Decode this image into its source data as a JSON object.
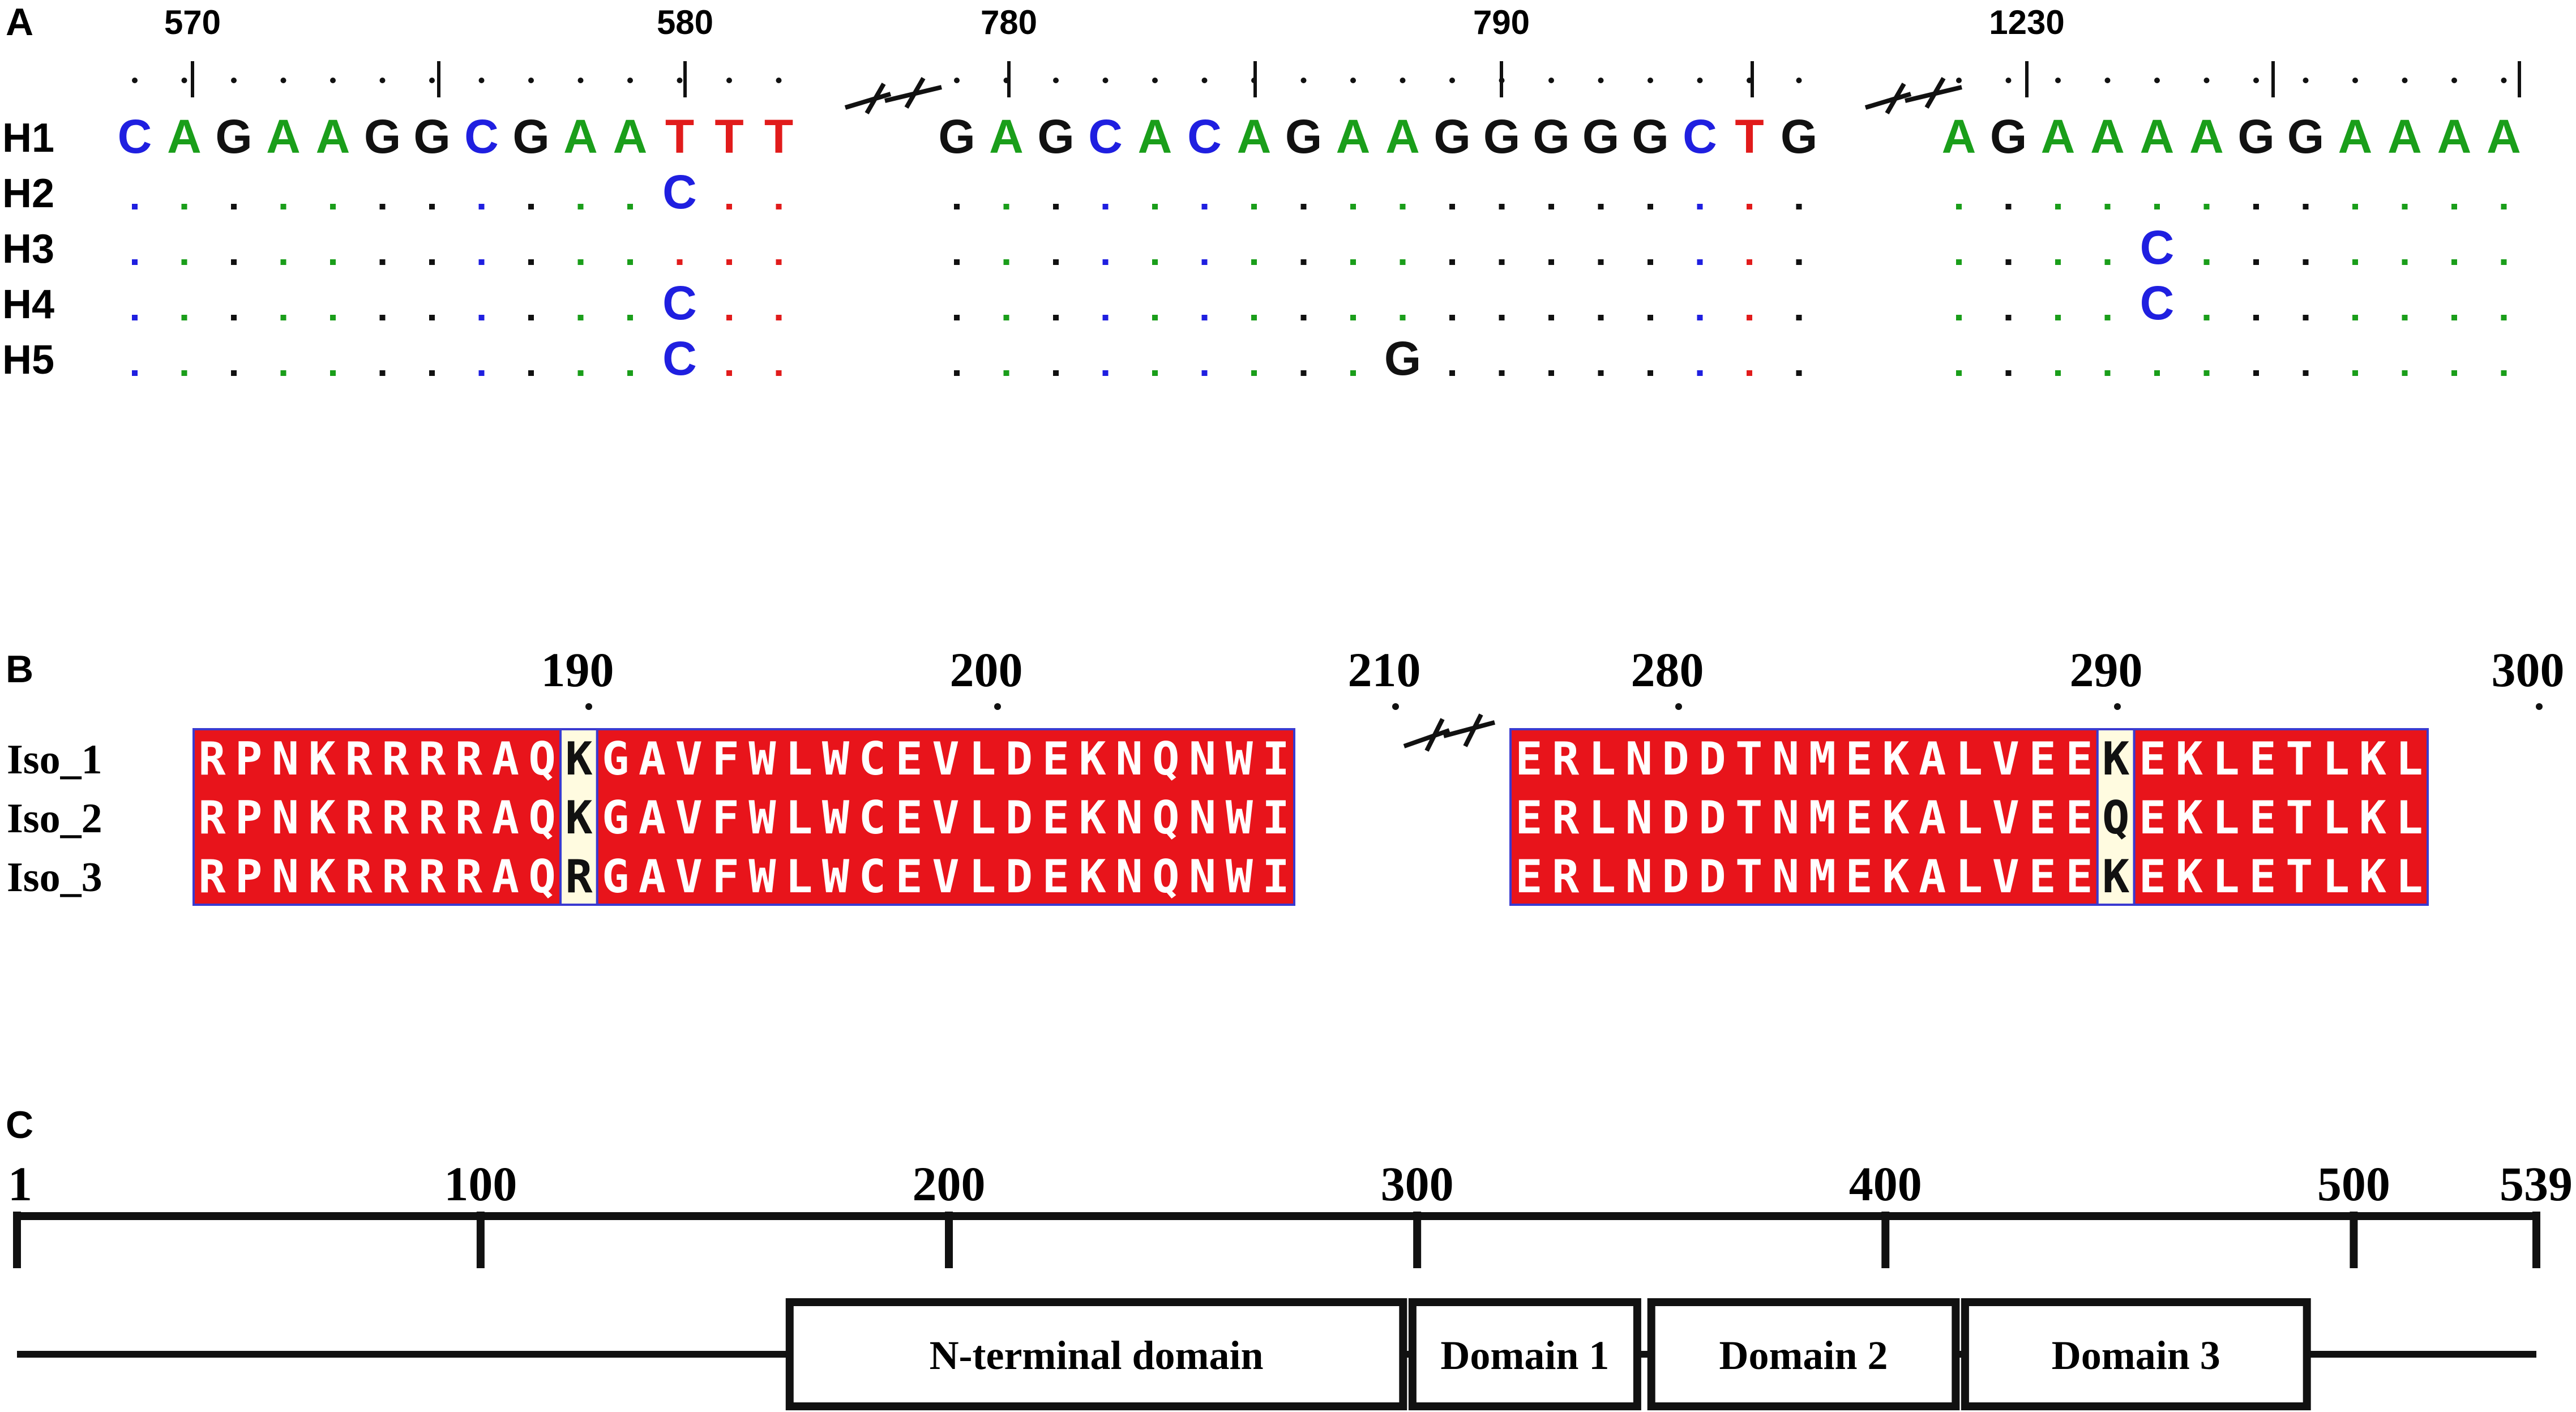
{
  "panels": {
    "a": "A",
    "b": "B",
    "c": "C"
  },
  "colors": {
    "A": "#1a9e1a",
    "C": "#1f1fe0",
    "G": "#111111",
    "T": "#e11b1b",
    "block_fill": "#e8141b",
    "block_text": "#ffffff",
    "block_border": "#3a3ad0",
    "hl_fill": "#fffbe0",
    "line": "#111111"
  },
  "panel_a": {
    "tick_labels": [
      "570",
      "580",
      "780",
      "790",
      "1230"
    ],
    "haplotypes": [
      "H1",
      "H2",
      "H3",
      "H4",
      "H5"
    ],
    "segments": [
      {
        "ref": "CAGAAGGCGAATTT",
        "variants": [
          {
            "row": 1,
            "pos": 11,
            "base": "C"
          },
          {
            "row": 3,
            "pos": 11,
            "base": "C"
          },
          {
            "row": 4,
            "pos": 11,
            "base": "C"
          }
        ],
        "break_after": true
      },
      {
        "ref": "GAGCACAGAAGGGGGCTG",
        "variants": [
          {
            "row": 4,
            "pos": 9,
            "base": "G"
          }
        ],
        "break_after": true
      },
      {
        "ref": "AGAAAAGGAAAA",
        "variants": [
          {
            "row": 2,
            "pos": 4,
            "base": "C"
          },
          {
            "row": 3,
            "pos": 4,
            "base": "C"
          }
        ],
        "break_after": false
      }
    ]
  },
  "panel_b": {
    "tick_labels": [
      "190",
      "200",
      "210",
      "280",
      "290",
      "300"
    ],
    "isoforms": [
      "Iso_1",
      "Iso_2",
      "Iso_3"
    ],
    "seg1": {
      "left": "RPNKRRRRAQ",
      "variable": [
        "K",
        "K",
        "R"
      ],
      "right": "GAVFWLWCEVLDEKNQNWI"
    },
    "seg2": {
      "left": "ERLNDDTNMEKALVEE",
      "variable": [
        "K",
        "Q",
        "K"
      ],
      "right": "EKLETLKL"
    }
  },
  "panel_c": {
    "scale_labels": [
      "1",
      "100",
      "200",
      "300",
      "400",
      "500",
      "539"
    ],
    "domains": [
      {
        "name": "N-terminal domain",
        "start": 166,
        "end": 297
      },
      {
        "name": "Domain 1",
        "start": 299,
        "end": 347
      },
      {
        "name": "Domain 2",
        "start": 350,
        "end": 415
      },
      {
        "name": "Domain 3",
        "start": 417,
        "end": 490
      }
    ]
  }
}
